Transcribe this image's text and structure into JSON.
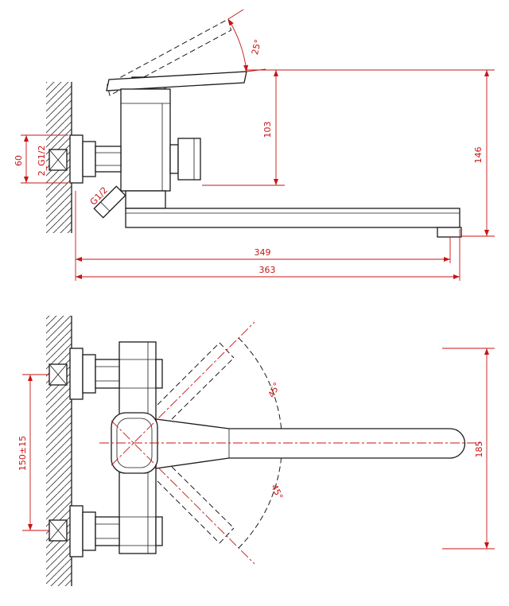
{
  "drawing": {
    "colors": {
      "outline": "#1a1a1a",
      "dimension": "#c81414",
      "background": "#ffffff"
    },
    "side_view": {
      "handle_swing_angle": "25°",
      "body_height": "103",
      "overall_height": "146",
      "escutcheon_height": "60",
      "wall_connection_thread": "2_G1/2",
      "diverter_thread": "G1/2",
      "spout_reach": "349",
      "overall_reach": "363"
    },
    "plan_view": {
      "spout_swing_up": "45°",
      "spout_swing_down": "45°",
      "mounting_centers": "150±15",
      "overall_depth": "185"
    }
  }
}
